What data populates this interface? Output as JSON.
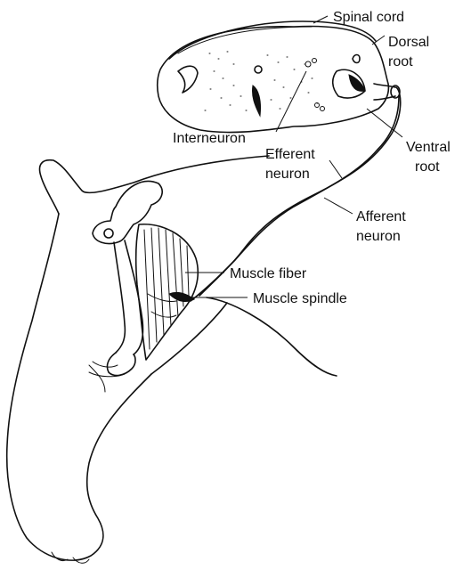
{
  "labels": {
    "spinal_cord": "Spinal cord",
    "dorsal_root_line1": "Dorsal",
    "dorsal_root_line2": "root",
    "interneuron": "Interneuron",
    "efferent_neuron_line1": "Efferent",
    "efferent_neuron_line2": "neuron",
    "ventral_root_line1": "Ventral",
    "ventral_root_line2": "root",
    "afferent_neuron_line1": "Afferent",
    "afferent_neuron_line2": "neuron",
    "muscle_fiber": "Muscle fiber",
    "muscle_spindle": "Muscle spindle"
  },
  "colors": {
    "ink": "#111111",
    "background": "#ffffff"
  }
}
